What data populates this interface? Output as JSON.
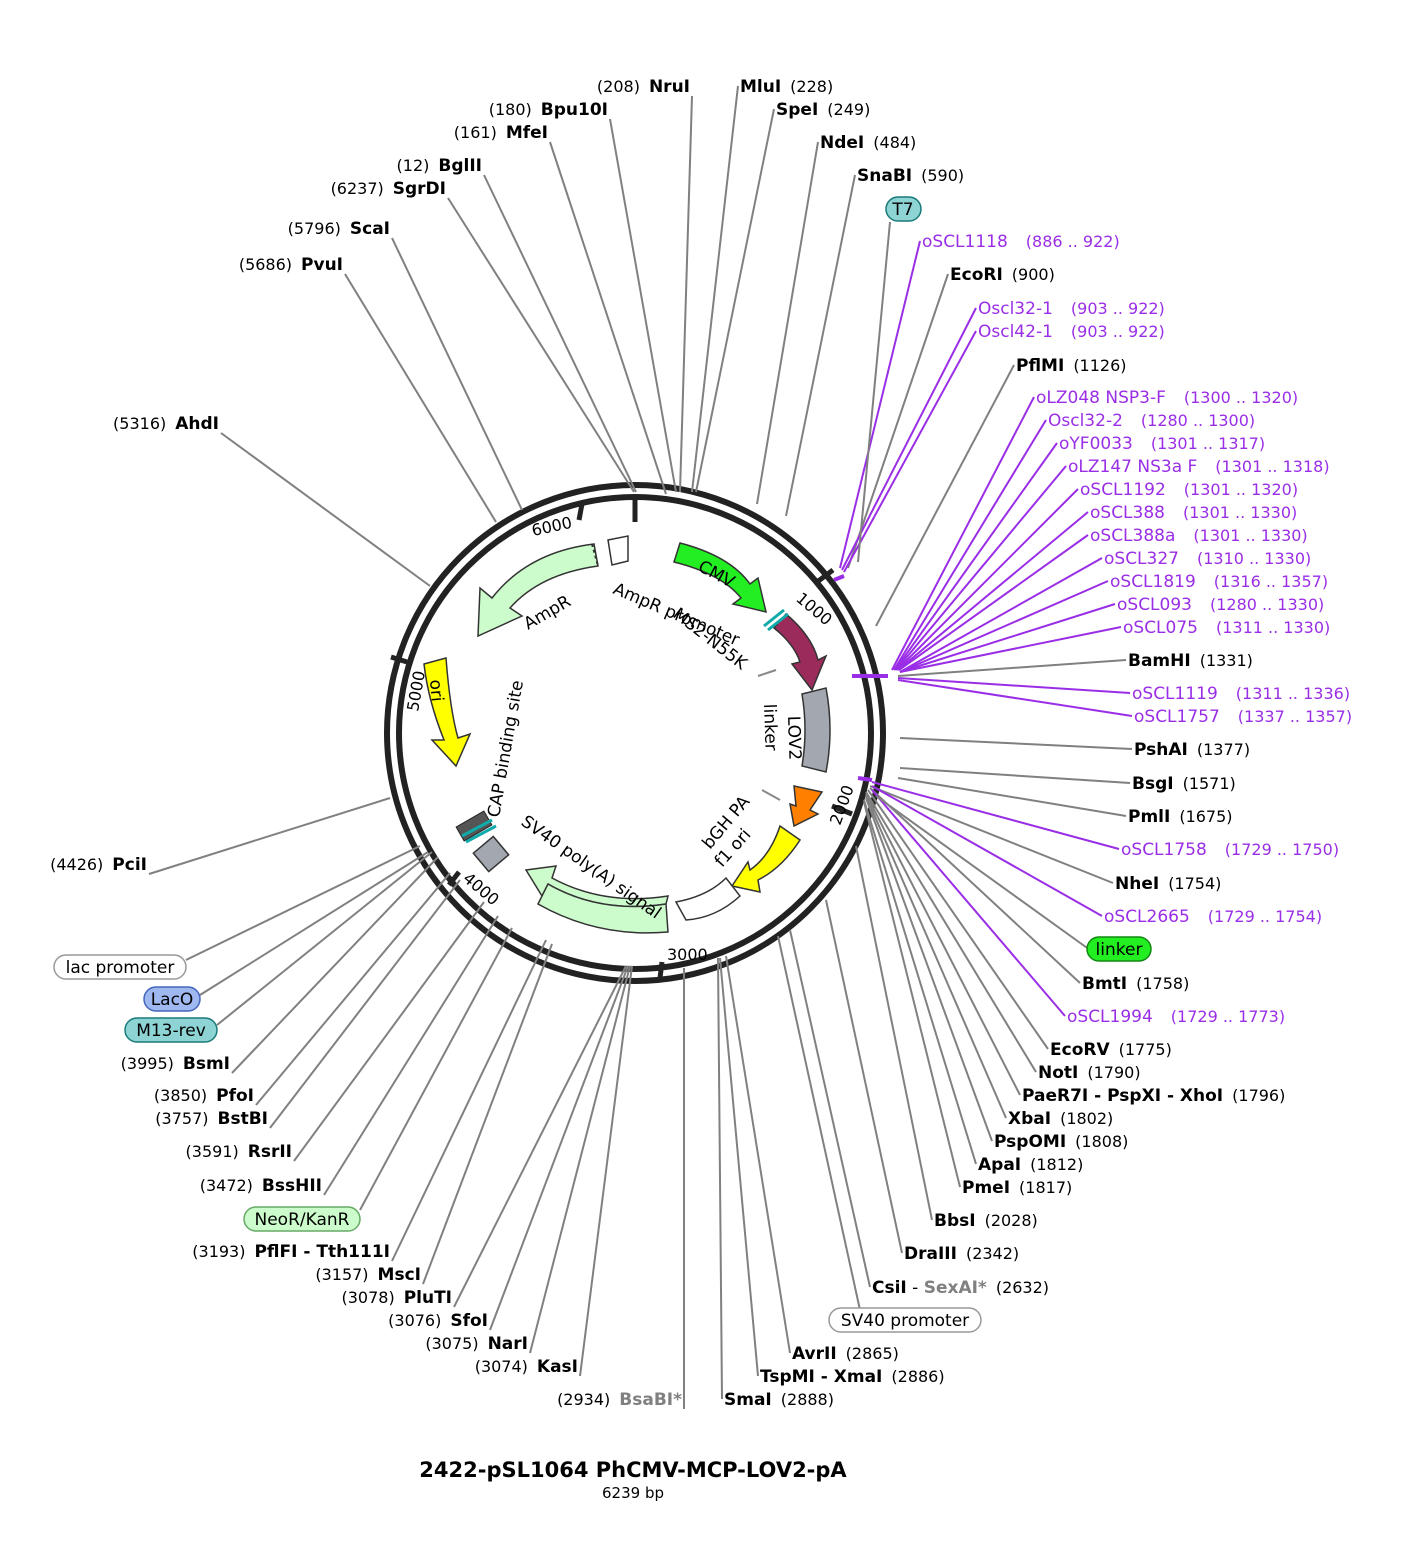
{
  "title": "2422-pSL1064 PhCMV-MCP-LOV2-pA",
  "length": "6239 bp",
  "colors": {
    "enzyme_line": "#808080",
    "primer": "#9a2ee6",
    "backbone": "#222222",
    "cmv": "#22ee22",
    "ms2": "#9b2b5b",
    "lov2": "#a3a8b0",
    "bgh": "#ff7f00",
    "f1ori": "#ffff00",
    "ori": "#ffff00",
    "ampr": "#ccfccc",
    "sv40pa": "#ccfccc"
  },
  "ticks": [
    "1000",
    "2000",
    "3000",
    "4000",
    "5000",
    "6000"
  ],
  "features": {
    "cmv": "CMV",
    "ampr_promoter": "AmpR promoter",
    "ms2": "MS2-N55K",
    "linker": "linker",
    "lov2": "LOV2",
    "bgh": "bGH PA",
    "f1ori": "f1 ori",
    "sv40pa": "SV40 poly(A) signal",
    "cap": "CAP binding site",
    "ori": "ori",
    "ampr": "AmpR"
  },
  "tags": {
    "t7": "T7",
    "linker": "linker",
    "sv40_promoter": "SV40 promoter",
    "lac_promoter": "lac promoter",
    "laco": "LacO",
    "m13rev": "M13-rev",
    "neor": "NeoR/KanR"
  },
  "right_labels": [
    {
      "name": "MluI",
      "pos": "(228)"
    },
    {
      "name": "SpeI",
      "pos": "(249)"
    },
    {
      "name": "NdeI",
      "pos": "(484)"
    },
    {
      "name": "SnaBI",
      "pos": "(590)"
    },
    {
      "name": "oSCL1118",
      "pos": "(886 .. 922)"
    },
    {
      "name": "EcoRI",
      "pos": "(900)"
    },
    {
      "name": "Oscl32-1",
      "pos": "(903 .. 922)"
    },
    {
      "name": "Oscl42-1",
      "pos": "(903 .. 922)"
    },
    {
      "name": "PflMI",
      "pos": "(1126)"
    },
    {
      "name": "oLZ048 NSP3-F",
      "pos": "(1300 .. 1320)"
    },
    {
      "name": "Oscl32-2",
      "pos": "(1280 .. 1300)"
    },
    {
      "name": "oYF0033",
      "pos": "(1301 .. 1317)"
    },
    {
      "name": "oLZ147 NS3a F",
      "pos": "(1301 .. 1318)"
    },
    {
      "name": "oSCL1192",
      "pos": "(1301 .. 1320)"
    },
    {
      "name": "oSCL388",
      "pos": "(1301 .. 1330)"
    },
    {
      "name": "oSCL388a",
      "pos": "(1301 .. 1330)"
    },
    {
      "name": "oSCL327",
      "pos": "(1310 .. 1330)"
    },
    {
      "name": "oSCL1819",
      "pos": "(1316 .. 1357)"
    },
    {
      "name": "oSCL093",
      "pos": "(1280 .. 1330)"
    },
    {
      "name": "oSCL075",
      "pos": "(1311 .. 1330)"
    },
    {
      "name": "BamHI",
      "pos": "(1331)"
    },
    {
      "name": "oSCL1119",
      "pos": "(1311 .. 1336)"
    },
    {
      "name": "oSCL1757",
      "pos": "(1337 .. 1357)"
    },
    {
      "name": "PshAI",
      "pos": "(1377)"
    },
    {
      "name": "BsgI",
      "pos": "(1571)"
    },
    {
      "name": "PmlI",
      "pos": "(1675)"
    },
    {
      "name": "oSCL1758",
      "pos": "(1729 .. 1750)"
    },
    {
      "name": "NheI",
      "pos": "(1754)"
    },
    {
      "name": "oSCL2665",
      "pos": "(1729 .. 1754)"
    },
    {
      "name": "BmtI",
      "pos": "(1758)"
    },
    {
      "name": "oSCL1994",
      "pos": "(1729 .. 1773)"
    },
    {
      "name": "EcoRV",
      "pos": "(1775)"
    },
    {
      "name": "NotI",
      "pos": "(1790)"
    },
    {
      "name": "PaeR7I - PspXI - XhoI",
      "pos": "(1796)"
    },
    {
      "name": "XbaI",
      "pos": "(1802)"
    },
    {
      "name": "PspOMI",
      "pos": "(1808)"
    },
    {
      "name": "ApaI",
      "pos": "(1812)"
    },
    {
      "name": "PmeI",
      "pos": "(1817)"
    },
    {
      "name": "BbsI",
      "pos": "(2028)"
    },
    {
      "name": "DraIII",
      "pos": "(2342)"
    },
    {
      "name": "CsiI",
      "sep": " - ",
      "name2": "SexAI*",
      "pos": "(2632)"
    },
    {
      "name": "AvrII",
      "pos": "(2865)"
    },
    {
      "name": "TspMI - XmaI",
      "pos": "(2886)"
    },
    {
      "name": "SmaI",
      "pos": "(2888)"
    }
  ],
  "left_labels": [
    {
      "name": "NruI",
      "pos": "(208)"
    },
    {
      "name": "Bpu10I",
      "pos": "(180)"
    },
    {
      "name": "MfeI",
      "pos": "(161)"
    },
    {
      "name": "BglII",
      "pos": "(12)"
    },
    {
      "name": "SgrDI",
      "pos": "(6237)"
    },
    {
      "name": "ScaI",
      "pos": "(5796)"
    },
    {
      "name": "PvuI",
      "pos": "(5686)"
    },
    {
      "name": "AhdI",
      "pos": "(5316)"
    },
    {
      "name": "PciI",
      "pos": "(4426)"
    },
    {
      "name": "BsmI",
      "pos": "(3995)"
    },
    {
      "name": "PfoI",
      "pos": "(3850)"
    },
    {
      "name": "BstBI",
      "pos": "(3757)"
    },
    {
      "name": "RsrII",
      "pos": "(3591)"
    },
    {
      "name": "BssHII",
      "pos": "(3472)"
    },
    {
      "name": "PflFI - Tth111I",
      "pos": "(3193)"
    },
    {
      "name": "MscI",
      "pos": "(3157)"
    },
    {
      "name": "PluTI",
      "pos": "(3078)"
    },
    {
      "name": "SfoI",
      "pos": "(3076)"
    },
    {
      "name": "NarI",
      "pos": "(3075)"
    },
    {
      "name": "KasI",
      "pos": "(3074)"
    },
    {
      "name": "BsaBI*",
      "pos": "(2934)"
    }
  ]
}
